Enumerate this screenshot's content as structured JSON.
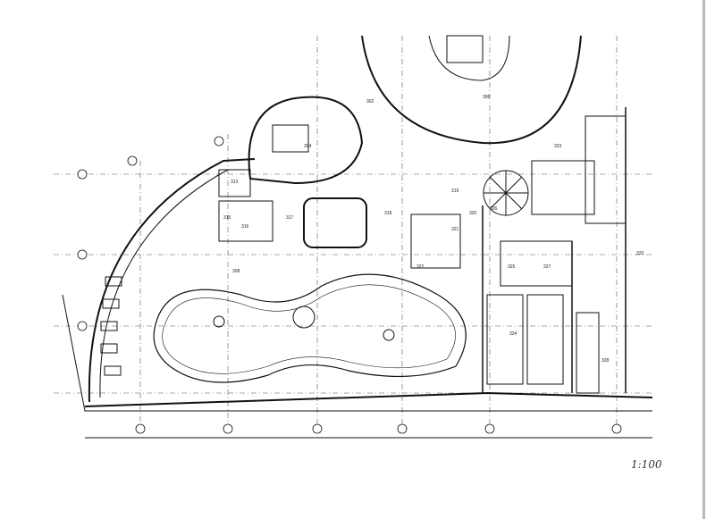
{
  "drawing": {
    "scale_note": "1:100",
    "rooms": [
      {
        "id": "r302",
        "label": "302"
      },
      {
        "id": "r304",
        "label": "304"
      },
      {
        "id": "r306",
        "label": "306"
      },
      {
        "id": "r308",
        "label": "308"
      },
      {
        "id": "r313",
        "label": "313"
      },
      {
        "id": "r315",
        "label": "315"
      },
      {
        "id": "r316",
        "label": "316"
      },
      {
        "id": "r317",
        "label": "317"
      },
      {
        "id": "r318",
        "label": "318"
      },
      {
        "id": "r319",
        "label": "319"
      },
      {
        "id": "r320",
        "label": "320"
      },
      {
        "id": "r321",
        "label": "321"
      },
      {
        "id": "r322",
        "label": "322"
      },
      {
        "id": "r323",
        "label": "323"
      },
      {
        "id": "r324",
        "label": "324"
      },
      {
        "id": "r325",
        "label": "325"
      },
      {
        "id": "r326",
        "label": "326"
      },
      {
        "id": "r327",
        "label": "327"
      },
      {
        "id": "r328",
        "label": "328"
      },
      {
        "id": "r333",
        "label": "333"
      }
    ]
  }
}
